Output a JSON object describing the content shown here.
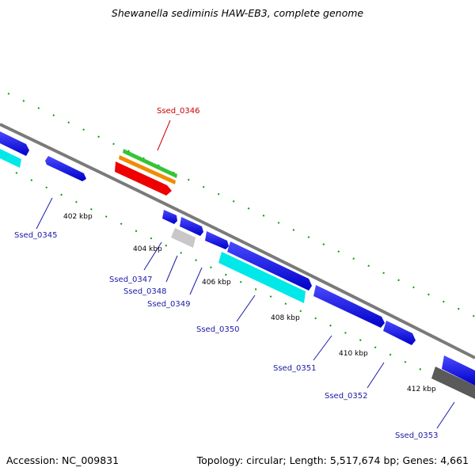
{
  "header": {
    "title": "Shewanella sediminis HAW-EB3, complete genome"
  },
  "footer": {
    "accession": "Accession: NC_009831",
    "topology": "Topology: circular; Length: 5,517,674 bp; Genes: 4,661"
  },
  "genes": [
    {
      "name": "Ssed_0345",
      "highlight": false
    },
    {
      "name": "Ssed_0346",
      "highlight": true
    },
    {
      "name": "Ssed_0347",
      "highlight": false
    },
    {
      "name": "Ssed_0348",
      "highlight": false
    },
    {
      "name": "Ssed_0349",
      "highlight": false
    },
    {
      "name": "Ssed_0350",
      "highlight": false
    },
    {
      "name": "Ssed_0351",
      "highlight": false
    },
    {
      "name": "Ssed_0352",
      "highlight": false
    },
    {
      "name": "Ssed_0353",
      "highlight": false
    }
  ],
  "ticks": [
    "402 kbp",
    "404 kbp",
    "406 kbp",
    "408 kbp",
    "410 kbp",
    "412 kbp"
  ],
  "colors": {
    "backbone": "#8c8c8c",
    "cds_blue": "#0000ee",
    "cds_cyan": "#00e8e8",
    "rrna_grey": "#c8c8c8",
    "trna_dark": "#555555",
    "highlight_red": "#ee0000",
    "highlight_orange": "#f08c00",
    "highlight_green": "#33cc33",
    "dotted_green": "#00a000"
  }
}
